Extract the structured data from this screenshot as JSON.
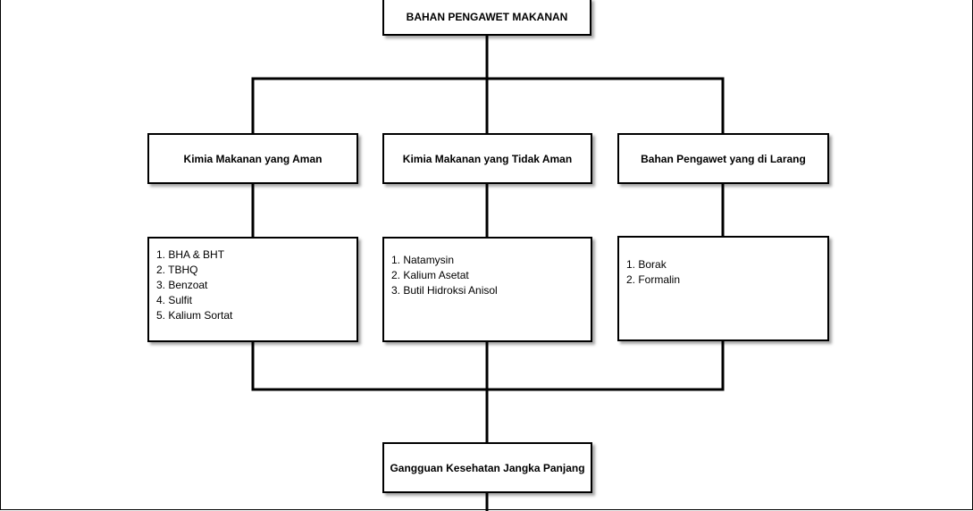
{
  "diagram": {
    "root": {
      "label": "BAHAN PENGAWET MAKANAN"
    },
    "categories": [
      {
        "label": "Kimia Makanan yang Aman",
        "items": [
          "1. BHA & BHT",
          "2. TBHQ",
          "3. Benzoat",
          "4. Sulfit",
          "5. Kalium Sortat"
        ]
      },
      {
        "label": "Kimia Makanan yang Tidak Aman",
        "items": [
          "1. Natamysin",
          "2. Kalium Asetat",
          "3. Butil Hidroksi Anisol"
        ]
      },
      {
        "label": "Bahan Pengawet yang di Larang",
        "items": [
          "1. Borak",
          "2. Formalin"
        ]
      }
    ],
    "result": {
      "label": "Gangguan Kesehatan Jangka Panjang"
    }
  }
}
